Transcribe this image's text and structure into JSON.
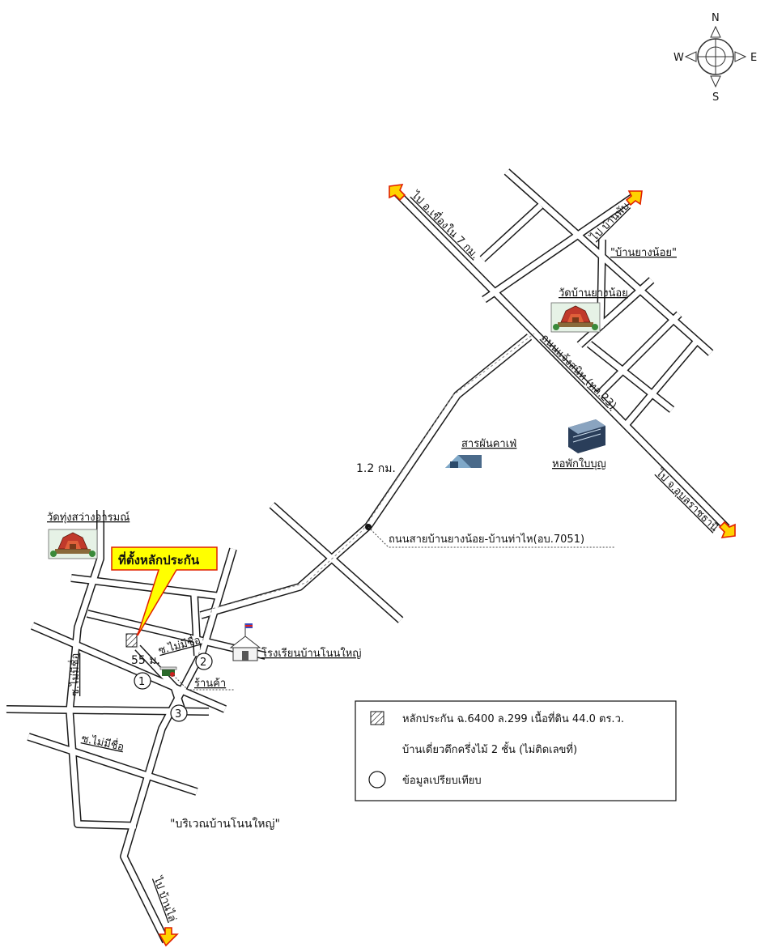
{
  "compass": {
    "north": "N",
    "south": "S",
    "east": "E",
    "west": "W"
  },
  "area_labels": {
    "village_north": "\"บ้านยางน้อย\"",
    "village_south": "\"บริเวณบ้านโนนใหญ่\""
  },
  "roads": {
    "main_road": "ถนนแจ้งสนิท (ทล.23)",
    "local_road": "ถนนสายบ้านยางน้อย-บ้านท่าไห(อบ.7051)",
    "distance": "1.2 กม.",
    "soi_distance": "55 ม.",
    "soi_1": "ซ.ไม่มีชื่อ",
    "soi_2": "ซ.ไม่มีชื่อ",
    "soi_3": "ซ.ไม่มีชื่อ"
  },
  "directions": {
    "to_kueang_nai": "ไป อ.เขื่องใน 7 กม.",
    "to_ban_phap": "ไป บ้านพับ",
    "to_ubon": "ไป จ.อุบลราชธานี",
    "to_ban_lai": "ไป บ้านไล่"
  },
  "landmarks": {
    "temple_yang_noi": "วัดบ้านยางน้อย",
    "coffee_warehouse": "สารผันคาเฟ่",
    "dormitory": "หอพักใบบุญ",
    "temple_thung_sawang": "วัดทุ่งสว่างอารมณ์",
    "school": "โรงเรียนบ้านโนนใหญ่",
    "shop": "ร้านค้า"
  },
  "callout": {
    "label": "ที่ตั้งหลักประกัน"
  },
  "comparables": [
    "1",
    "2",
    "3"
  ],
  "legend": {
    "line1": "หลักประกัน ฉ.6400 ล.299 เนื้อที่ดิน 44.0 ตร.ว.",
    "line2": "บ้านเดี่ยวตึกครึ่งไม้ 2 ชั้น (ไม่ติดเลขที่)",
    "line3": "ข้อมูลเปรียบเทียบ"
  },
  "colors": {
    "callout_bg": "#ffff00",
    "arrow_fill": "#ffd200",
    "arrow_stroke": "#e02000",
    "road_edge": "#1a1a1a"
  }
}
